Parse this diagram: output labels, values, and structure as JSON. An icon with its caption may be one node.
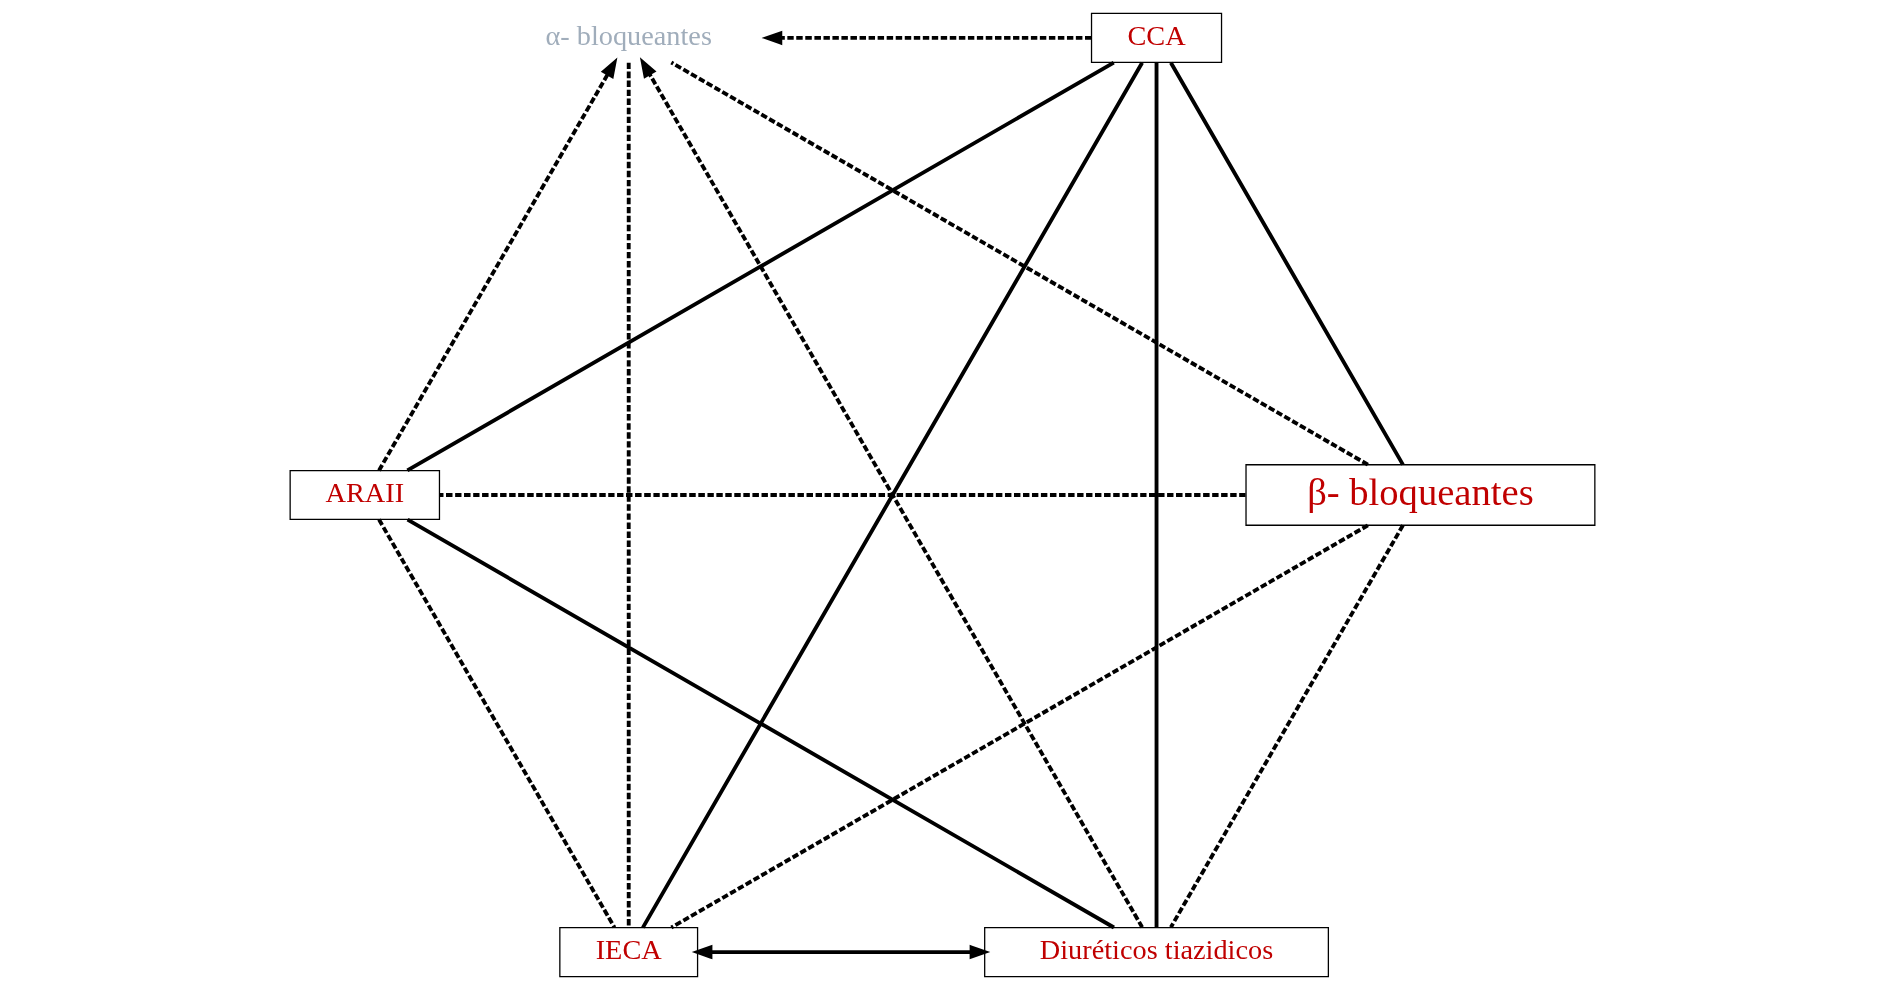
{
  "diagram": {
    "nodes": [
      {
        "text": [
          "Diuréticos tiazidicos"
        ]
      },
      {
        "text": [
          "β- bloqueantes"
        ]
      },
      {
        "text": [
          "ARAII"
        ]
      },
      {
        "text": [
          "α- bloqueantes"
        ]
      },
      {
        "text": [
          "CCA"
        ]
      },
      {
        "text": [
          "IECA"
        ]
      }
    ],
    "edges": [
      {
        "from": 0,
        "to": 2,
        "arrow": "none"
      },
      {
        "from": 0,
        "to": 4,
        "arrow": "none"
      },
      {
        "from": 0,
        "to": 5,
        "arrow": "both"
      },
      {
        "from": 1,
        "to": 4,
        "arrow": "none"
      },
      {
        "from": 2,
        "to": 4,
        "arrow": "none"
      },
      {
        "from": 4,
        "to": 5,
        "arrow": "none"
      },
      {
        "from": 1,
        "to": 0,
        "arrow": "none",
        "style": "dashed"
      },
      {
        "from": 0,
        "to": 3,
        "arrow": "to",
        "style": "dashed"
      },
      {
        "from": 1,
        "to": 2,
        "arrow": "none",
        "style": "dashed"
      },
      {
        "from": 1,
        "to": 3,
        "arrow": "none",
        "style": "dashed"
      },
      {
        "from": 1,
        "to": 5,
        "arrow": "none",
        "style": "dashed"
      },
      {
        "from": 2,
        "to": 3,
        "arrow": "to",
        "style": "dashed"
      },
      {
        "from": 2,
        "to": 5,
        "arrow": "none",
        "style": "dashed"
      },
      {
        "from": 4,
        "to": 3,
        "arrow": "to",
        "style": "dashed"
      },
      {
        "from": 3,
        "to": 5,
        "arrow": "none",
        "style": "dashed"
      }
    ]
  }
}
